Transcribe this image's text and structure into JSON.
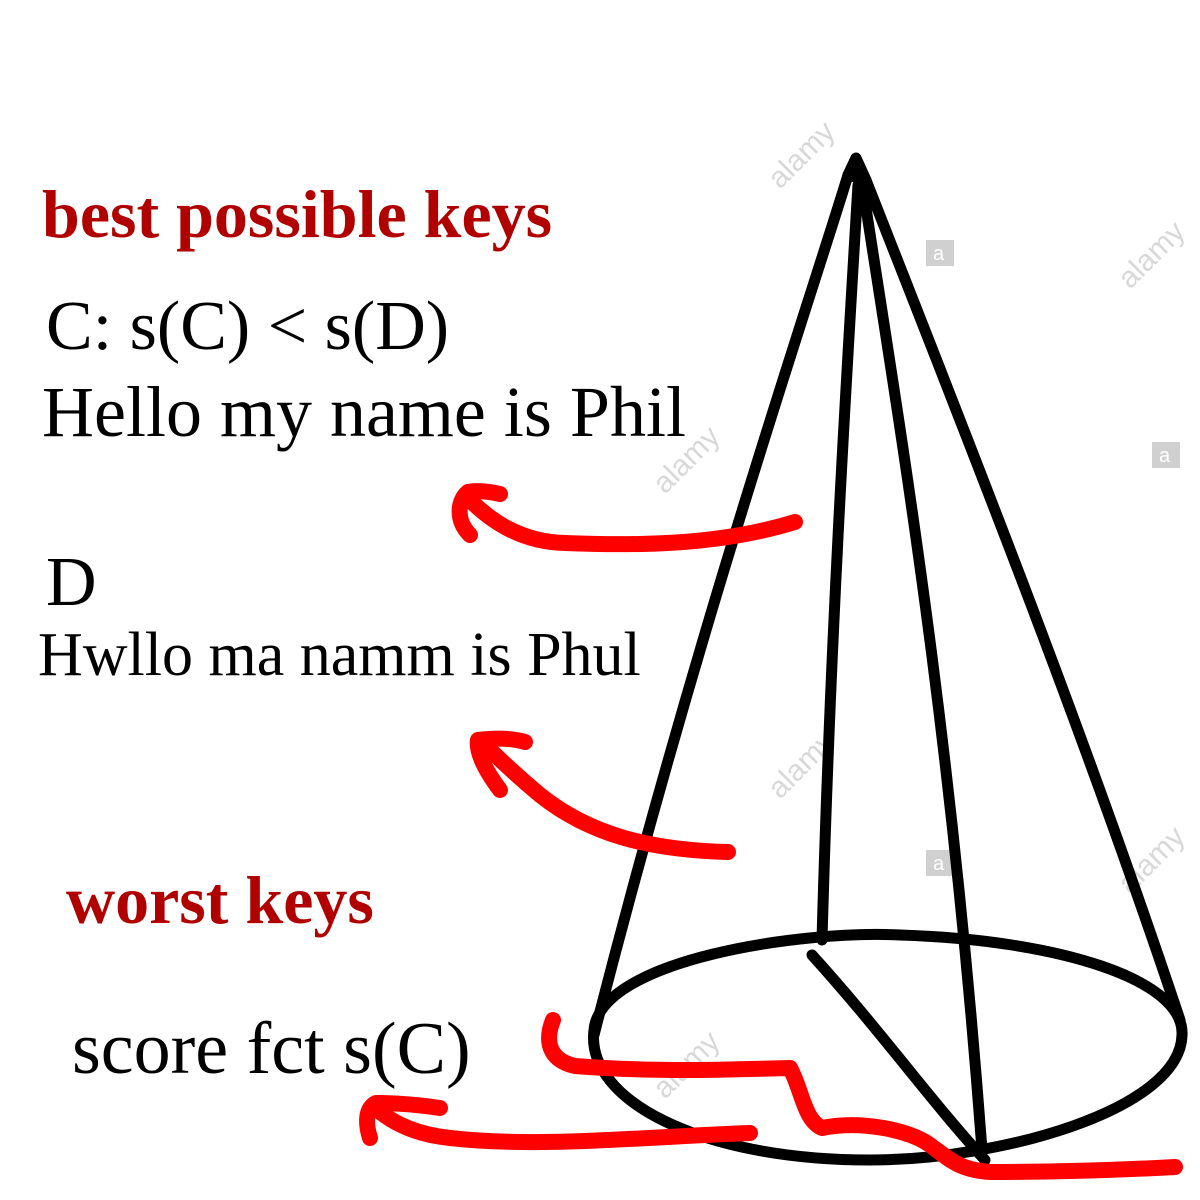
{
  "colors": {
    "heading": "#b00000",
    "text": "#000000",
    "arrow": "#ff0000",
    "cone": "#000000",
    "watermark": "#d6d6d6"
  },
  "labels": {
    "best_keys": "best possible keys",
    "c_line": "C: s(C) < s(D)",
    "c_text": "Hello my name is Phil",
    "d_line": "D",
    "d_text": "Hwllo ma namm is Phul",
    "worst_keys": "worst keys",
    "score": "score fct s(C)"
  },
  "watermark": {
    "text": "alamy",
    "badge": "a"
  }
}
